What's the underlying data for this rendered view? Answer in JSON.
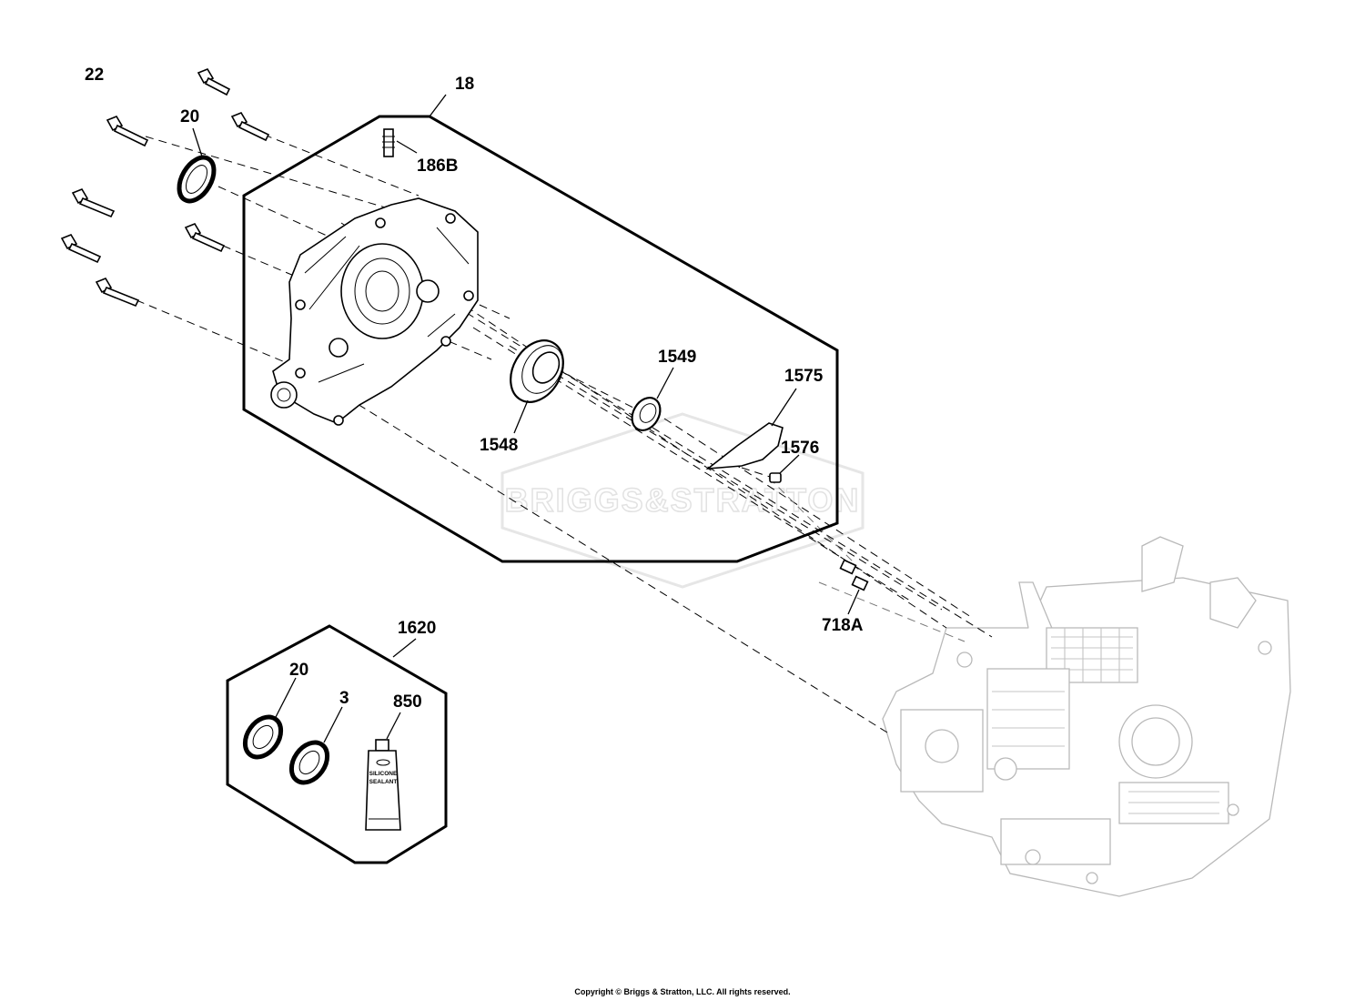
{
  "callouts": {
    "c22": "22",
    "c20": "20",
    "c18": "18",
    "c186B": "186B",
    "c1549": "1549",
    "c1575": "1575",
    "c1576": "1576",
    "c1548": "1548",
    "c718A": "718A",
    "c1620": "1620",
    "kit20": "20",
    "kit3": "3",
    "kit850": "850"
  },
  "watermark": {
    "text": "BRIGGS&STRATTON"
  },
  "sealant_label": {
    "line1": "SILICONE",
    "line2": "SEALANT"
  },
  "footer": {
    "copyright": "Copyright © Briggs & Stratton, LLC. All rights reserved."
  }
}
